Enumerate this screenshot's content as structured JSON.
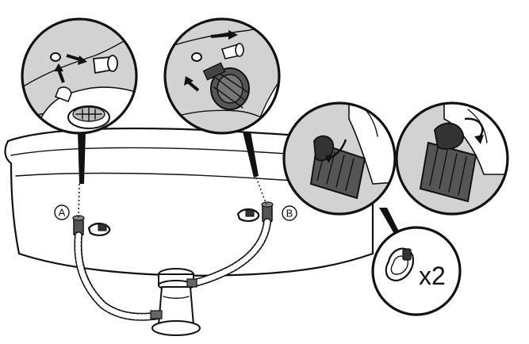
{
  "labels": {
    "port_a": "A",
    "port_b": "B",
    "clamp_quantity": "x2"
  },
  "colors": {
    "line": "#111111",
    "callout_fill": "#d2d2d2",
    "background": "#ffffff"
  }
}
